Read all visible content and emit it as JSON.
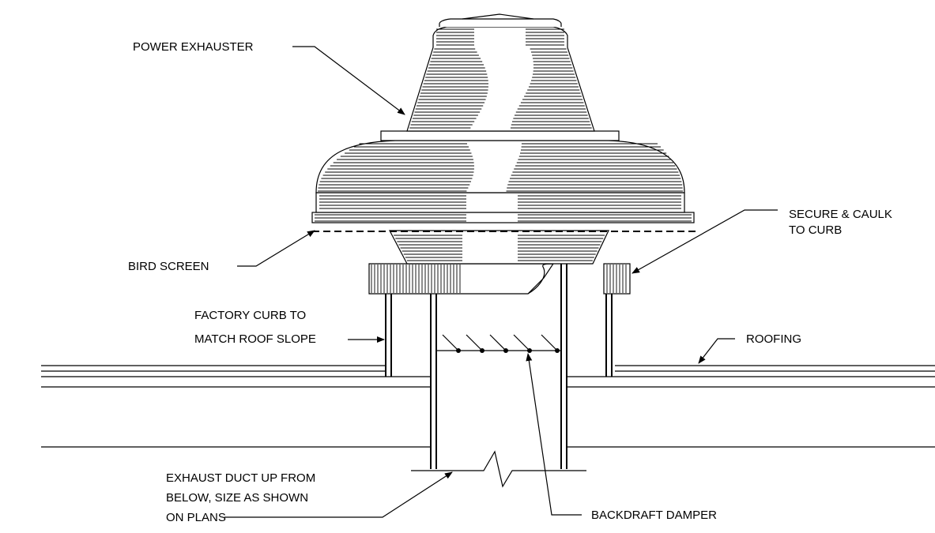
{
  "labels": {
    "power_exhauster": "POWER EXHAUSTER",
    "bird_screen": "BIRD SCREEN",
    "secure_caulk_line1": "SECURE & CAULK",
    "secure_caulk_line2": "TO CURB",
    "factory_curb_line1": "FACTORY CURB TO",
    "factory_curb_line2": "MATCH ROOF SLOPE",
    "roofing": "ROOFING",
    "exhaust_duct_line1": "EXHAUST DUCT UP FROM",
    "exhaust_duct_line2": "BELOW, SIZE AS SHOWN",
    "exhaust_duct_line3": "ON PLANS",
    "backdraft_damper": "BACKDRAFT DAMPER"
  }
}
